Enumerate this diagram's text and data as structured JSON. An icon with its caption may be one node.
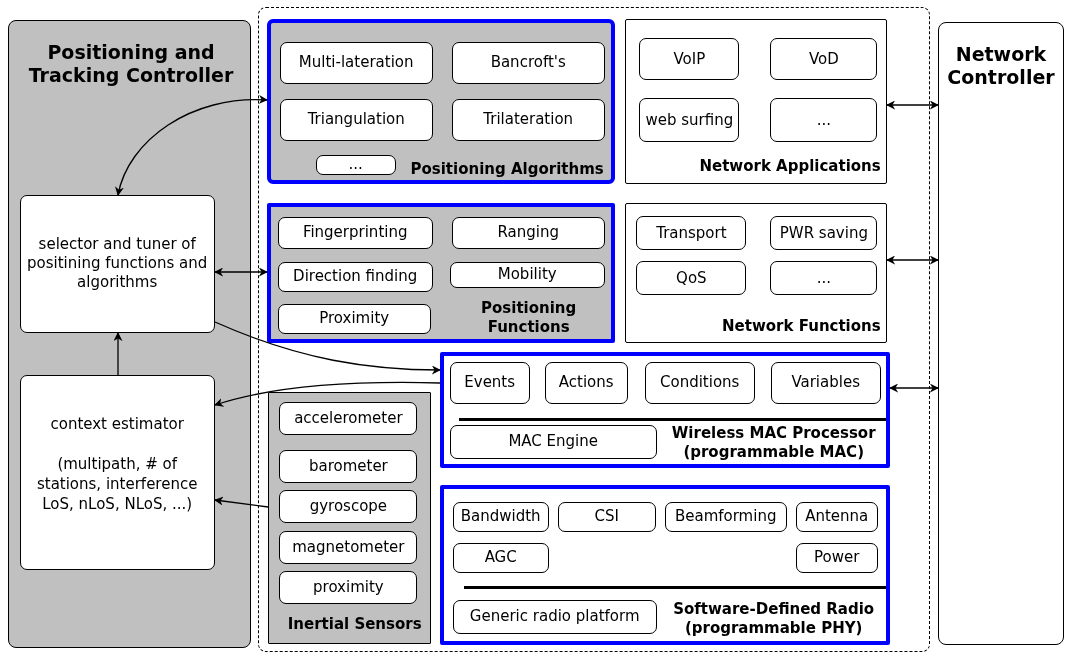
{
  "diagram": {
    "nodes": [
      {
        "text": [
          "Positioning and Tracking Controller"
        ]
      },
      {
        "text": [
          "selector and tuner of positining functions and algorithms"
        ],
        "in": 0
      },
      {
        "text": [
          "context estimator",
          "(multipath, # of stations, interference LoS, nLoS, NLoS, ...)"
        ],
        "in": 0
      },
      {
        "text": [],
        "shape": "box"
      },
      {
        "text": [
          "Positioning Algorithms"
        ],
        "in": 3
      },
      {
        "text": [
          "Multi-lateration"
        ],
        "in": 4
      },
      {
        "text": [
          "Bancroft's"
        ],
        "in": 4
      },
      {
        "text": [
          "Triangulation"
        ],
        "in": 4
      },
      {
        "text": [
          "Trilateration"
        ],
        "in": 4
      },
      {
        "text": [
          "..."
        ],
        "in": 4
      },
      {
        "text": [
          "Network Applications"
        ],
        "in": 3
      },
      {
        "text": [
          "VoIP"
        ],
        "in": 10
      },
      {
        "text": [
          "VoD"
        ],
        "in": 10
      },
      {
        "text": [
          "web surfing"
        ],
        "in": 10
      },
      {
        "text": [
          "..."
        ],
        "in": 10
      },
      {
        "text": [
          "Positioning Functions"
        ],
        "in": 3
      },
      {
        "text": [
          "Fingerprinting"
        ],
        "in": 15
      },
      {
        "text": [
          "Ranging"
        ],
        "in": 15
      },
      {
        "text": [
          "Direction finding"
        ],
        "in": 15
      },
      {
        "text": [
          "Mobility"
        ],
        "in": 15
      },
      {
        "text": [
          "Proximity"
        ],
        "in": 15
      },
      {
        "text": [
          "Network Functions"
        ],
        "in": 3
      },
      {
        "text": [
          "Transport"
        ],
        "in": 21
      },
      {
        "text": [
          "PWR saving"
        ],
        "in": 21
      },
      {
        "text": [
          "QoS"
        ],
        "in": 21
      },
      {
        "text": [
          "..."
        ],
        "in": 21
      },
      {
        "text": [
          "Wireless MAC Processor (programmable MAC)"
        ],
        "in": 3
      },
      {
        "text": [
          "Events"
        ],
        "in": 26
      },
      {
        "text": [
          "Actions"
        ],
        "in": 26
      },
      {
        "text": [
          "Conditions"
        ],
        "in": 26
      },
      {
        "text": [
          "Variables"
        ],
        "in": 26
      },
      {
        "text": [
          "MAC Engine"
        ],
        "in": 26
      },
      {
        "text": [
          "Inertial Sensors"
        ],
        "in": 3
      },
      {
        "text": [
          "accelerometer"
        ],
        "in": 32
      },
      {
        "text": [
          "barometer"
        ],
        "in": 32
      },
      {
        "text": [
          "gyroscope"
        ],
        "in": 32
      },
      {
        "text": [
          "magnetometer"
        ],
        "in": 32
      },
      {
        "text": [
          "proximity"
        ],
        "in": 32
      },
      {
        "text": [
          "Software-Defined Radio (programmable PHY)"
        ],
        "in": 3
      },
      {
        "text": [
          "Bandwidth"
        ],
        "in": 38
      },
      {
        "text": [
          "CSI"
        ],
        "in": 38
      },
      {
        "text": [
          "Beamforming"
        ],
        "in": 38
      },
      {
        "text": [
          "Antenna"
        ],
        "in": 38
      },
      {
        "text": [
          "AGC"
        ],
        "in": 38
      },
      {
        "text": [
          "Power"
        ],
        "in": 38
      },
      {
        "text": [
          "Generic radio platform"
        ],
        "in": 38
      },
      {
        "text": [
          "Network Controller"
        ]
      }
    ],
    "edges": [
      {
        "from": 1,
        "to": 4,
        "arrow": "both"
      },
      {
        "from": 1,
        "to": 15,
        "arrow": "both"
      },
      {
        "from": 1,
        "to": 26,
        "arrow": "to"
      },
      {
        "from": 26,
        "to": 2,
        "arrow": "to"
      },
      {
        "from": 32,
        "to": 2,
        "arrow": "to"
      },
      {
        "from": 2,
        "to": 1,
        "arrow": "to"
      },
      {
        "from": 10,
        "to": 46,
        "arrow": "both"
      },
      {
        "from": 21,
        "to": 46,
        "arrow": "both"
      },
      {
        "from": 26,
        "to": 46,
        "arrow": "both"
      }
    ]
  }
}
